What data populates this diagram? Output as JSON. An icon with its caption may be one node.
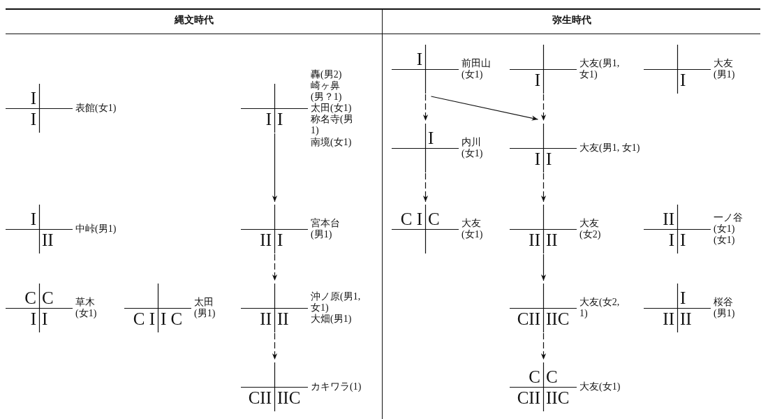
{
  "diagram": {
    "nodes": [
      {
        "text": [
          "縄文時代"
        ]
      },
      {
        "text": [
          "弥生時代"
        ]
      },
      {
        "text": [
          "I",
          "I"
        ],
        "in": 0,
        "beside": [
          "表館(女1)"
        ]
      },
      {
        "text": [
          "I",
          "I"
        ],
        "in": 0,
        "beside": [
          "轟(男2)",
          "崎ヶ鼻(男？1)",
          "太田(女1)",
          "称名寺(男1)",
          "南境(女1)"
        ]
      },
      {
        "text": [
          "I",
          "II"
        ],
        "in": 0,
        "beside": [
          "中峠(男1)"
        ]
      },
      {
        "text": [
          "C",
          "C",
          "I",
          "I"
        ],
        "in": 0,
        "beside": [
          "草木(女1)"
        ]
      },
      {
        "text": [
          "C I",
          "I C"
        ],
        "in": 0,
        "beside": [
          "太田(男1)"
        ]
      },
      {
        "text": [
          "II",
          "I"
        ],
        "in": 0,
        "beside": [
          "宮本台(男1)"
        ]
      },
      {
        "text": [
          "II",
          "II"
        ],
        "in": 0,
        "beside": [
          "沖ノ原(男1, 女1)",
          "大畑(男1)"
        ]
      },
      {
        "text": [
          "CII",
          "IIC"
        ],
        "in": 0,
        "beside": [
          "カキワラ(1)"
        ]
      },
      {
        "text": [
          "I"
        ],
        "in": 1,
        "beside": [
          "前田山(女1)"
        ]
      },
      {
        "text": [
          "I"
        ],
        "in": 1,
        "beside": [
          "大友(男1, 女1)"
        ]
      },
      {
        "text": [
          "I"
        ],
        "in": 1,
        "beside": [
          "大友(男1)"
        ]
      },
      {
        "text": [
          "I"
        ],
        "in": 1,
        "beside": [
          "内川(女1)"
        ]
      },
      {
        "text": [
          "I",
          "I"
        ],
        "in": 1,
        "beside": [
          "大友(男1, 女1)"
        ]
      },
      {
        "text": [
          "C I",
          "C"
        ],
        "in": 1,
        "beside": [
          "大友(女1)"
        ]
      },
      {
        "text": [
          "II",
          "II"
        ],
        "in": 1,
        "beside": [
          "大友(女2)"
        ]
      },
      {
        "text": [
          "II",
          "I",
          "I"
        ],
        "in": 1,
        "beside": [
          "一ノ谷(女1)(女1)"
        ]
      },
      {
        "text": [
          "CII",
          "IIC"
        ],
        "in": 1,
        "beside": [
          "大友(女2, 1)"
        ]
      },
      {
        "text": [
          "I",
          "II",
          "II"
        ],
        "in": 1,
        "beside": [
          "桜谷(男1)"
        ]
      },
      {
        "text": [
          "C",
          "C",
          "CII",
          "IIC"
        ],
        "in": 1,
        "beside": [
          "大友(女1)"
        ]
      }
    ],
    "edges": [
      {
        "from": 3,
        "to": 7,
        "arrow": "to"
      },
      {
        "from": 7,
        "to": 8,
        "arrow": "to",
        "style": "dashed"
      },
      {
        "from": 8,
        "to": 9,
        "arrow": "to",
        "style": "dashed"
      },
      {
        "from": 10,
        "to": 13,
        "arrow": "to",
        "style": "dashed"
      },
      {
        "from": 10,
        "to": 14,
        "arrow": "to"
      },
      {
        "from": 11,
        "to": 14,
        "arrow": "to",
        "style": "dashed"
      },
      {
        "from": 13,
        "to": 15,
        "arrow": "to",
        "style": "dashed"
      },
      {
        "from": 14,
        "to": 16,
        "arrow": "to",
        "style": "dashed"
      },
      {
        "from": 16,
        "to": 18,
        "arrow": "to"
      },
      {
        "from": 18,
        "to": 20,
        "arrow": "to",
        "style": "dashed"
      }
    ]
  }
}
